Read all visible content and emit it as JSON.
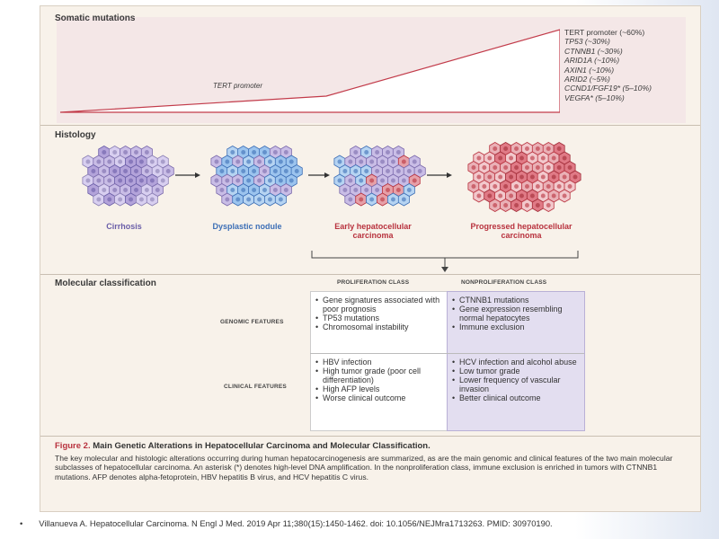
{
  "sections": {
    "somatic_title": "Somatic mutations",
    "histology_title": "Histology",
    "molecular_title": "Molecular classification"
  },
  "mutations": {
    "tert_label": "TERT promoter",
    "list": [
      "TERT promoter (~60%)",
      "TP53 (~30%)",
      "CTNNB1 (~30%)",
      "ARID1A (~10%)",
      "AXIN1 (~10%)",
      "ARID2 (~5%)",
      "CCND1/FGF19* (5–10%)",
      "VEGFA* (5–10%)"
    ]
  },
  "histology": {
    "stages": [
      {
        "label": "Cirrhosis",
        "color": "#8a7fb3"
      },
      {
        "label": "Dysplastic nodule",
        "color": "#3d6fb6"
      },
      {
        "label": "Early hepatocellular carcinoma",
        "color": "#b8323e"
      },
      {
        "label": "Progressed hepatocellular carcinoma",
        "color": "#b8323e"
      }
    ]
  },
  "classification": {
    "proliferation_head": "PROLIFERATION CLASS",
    "nonproliferation_head": "NONPROLIFERATION CLASS",
    "genomic_label": "GENOMIC FEATURES",
    "clinical_label": "CLINICAL FEATURES",
    "prolif_genomic": [
      "Gene signatures associated with poor prognosis",
      "TP53 mutations",
      "Chromosomal instability"
    ],
    "nonprolif_genomic": [
      "CTNNB1 mutations",
      "Gene expression resembling normal hepatocytes",
      "Immune exclusion"
    ],
    "prolif_clinical": [
      "HBV infection",
      "High tumor grade (poor cell differentiation)",
      "High AFP levels",
      "Worse clinical outcome"
    ],
    "nonprolif_clinical": [
      "HCV infection and alcohol abuse",
      "Low tumor grade",
      "Lower frequency of vascular invasion",
      "Better clinical outcome"
    ]
  },
  "caption": {
    "figure_label": "Figure 2.",
    "title": "Main Genetic Alterations in Hepatocellular Carcinoma and Molecular Classification.",
    "body": "The key molecular and histologic alterations occurring during human hepatocarcinogenesis are summarized, as are the main genomic and clinical features of the two main molecular subclasses of hepatocellular carcinoma. An asterisk (*) denotes high-level DNA amplification. In the nonproliferation class, immune exclusion is enriched in tumors with CTNNB1 mutations. AFP denotes alpha-fetoprotein, HBV hepatitis B virus, and HCV hepatitis C virus."
  },
  "citation": {
    "bullet": "•",
    "text": "Villanueva A. Hepatocellular Carcinoma. N Engl J Med. 2019 Apr 11;380(15):1450-1462.  doi: 10.1056/NEJMra1713263.  PMID: 30970190."
  },
  "colors": {
    "cirrhosis": "#b9a9da",
    "dysplastic": "#7fb3e6",
    "carcinoma": "#e07a86",
    "nonprolif_bg": "#e3def0"
  }
}
